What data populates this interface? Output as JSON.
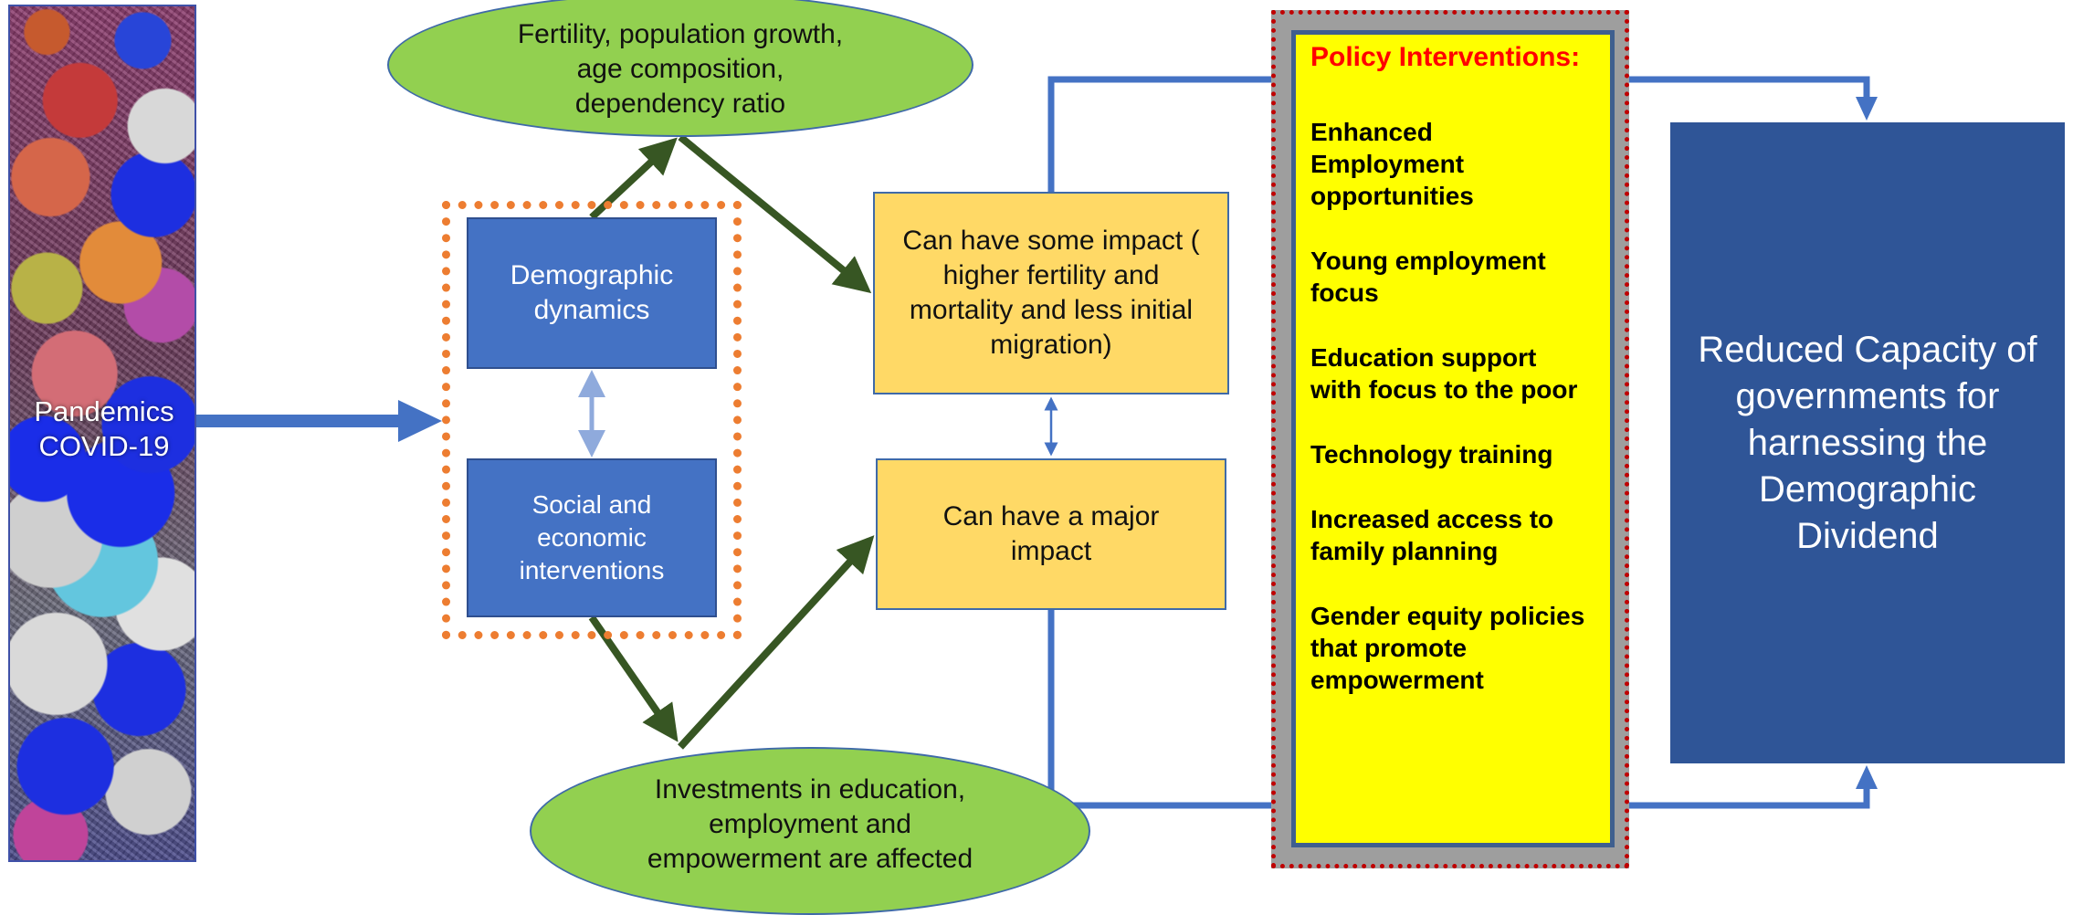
{
  "left_panel": {
    "label": "Pandemics\nCOVID-19"
  },
  "nodes": {
    "top_outcome": "Fertility, population growth,\nage composition,\ndependency ratio",
    "demographic": "Demographic\ndynamics",
    "social": "Social and\neconomic\ninterventions",
    "some_impact": "Can have some impact (\nhigher fertility and\nmortality and less initial\nmigration)",
    "major_impact": "Can have a major\nimpact",
    "bottom_outcome": "Investments in education,\nemployment and\nempowerment are affected",
    "result": "Reduced Capacity of\ngovernments for\nharnessing the\nDemographic\nDividend"
  },
  "policy": {
    "title": "Policy Interventions:",
    "items": [
      "Enhanced\nEmployment\nopportunities",
      "Young employment\nfocus",
      "Education support\nwith focus to the poor",
      "Technology training",
      "Increased access to\nfamily planning",
      "Gender equity policies\nthat promote\nempowerment"
    ]
  },
  "colors": {
    "green_ellipse": "#92d050",
    "blue_box": "#4472c4",
    "amber_box": "#ffd966",
    "policy_yellow": "#ffff00",
    "policy_title_red": "#ff0000",
    "result_navy": "#2f5597",
    "dotted_orange": "#ed7d31",
    "dark_green_arrow": "#375623",
    "connector_blue": "#4472c4"
  }
}
